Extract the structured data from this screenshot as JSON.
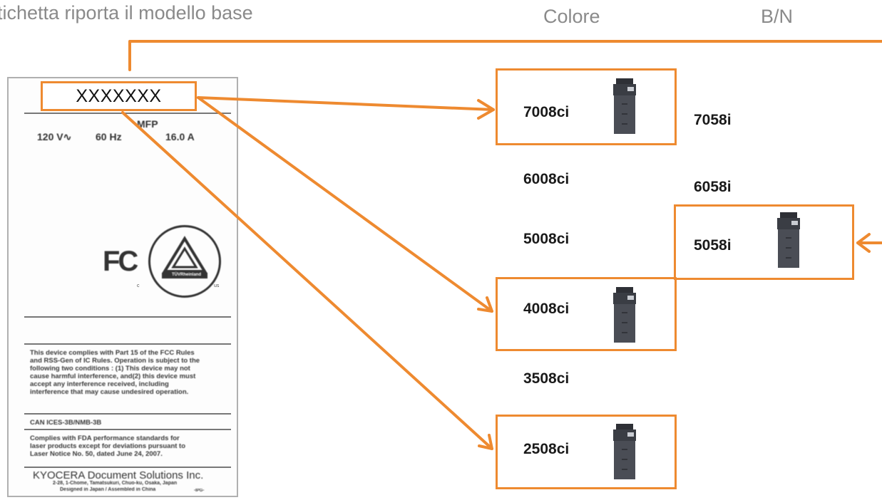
{
  "header": {
    "caption": "tichetta riporta il modello base",
    "col_color": "Colore",
    "col_bw": "B/N"
  },
  "label": {
    "tag": "XXXXXXX",
    "mfp": "MFP",
    "voltage": "120 V∿",
    "frequency": "60 Hz",
    "current": "16.0 A",
    "fcc_mark": "FC",
    "tuv_text": "TÜVRheinland",
    "tuv_c": "c",
    "tuv_us": "us",
    "fcc_notice": "This device complies with Part 15 of the FCC Rules and RSS-Gen of IC Rules. Operation is subject to the following two conditions : (1) This device may not cause harmful interference, and(2) this device must accept any interference received, including interference that may cause undesired operation.",
    "ices": "CAN ICES-3B/NMB-3B",
    "fda_notice": "Complies with FDA performance standards for laser products except for deviations pursuant to Laser Notice No. 50, dated June 24, 2007.",
    "maker": "KYOCERA Document Solutions Inc.",
    "address": "2-28, 1-Chome, Tamatsukuri, Chuo-ku, Osaka, Japan",
    "origin": "Designed in Japan / Assembled in China",
    "code": "-IPG-"
  },
  "models": {
    "color": [
      "7008ci",
      "6008ci",
      "5008ci",
      "4008ci",
      "3508ci",
      "2508ci"
    ],
    "bw": [
      "7058i",
      "6058i",
      "5058i"
    ]
  },
  "colors": {
    "accent": "#ee8a30",
    "header_text": "#8a8a8a",
    "printer_body": "#4a4d55"
  }
}
